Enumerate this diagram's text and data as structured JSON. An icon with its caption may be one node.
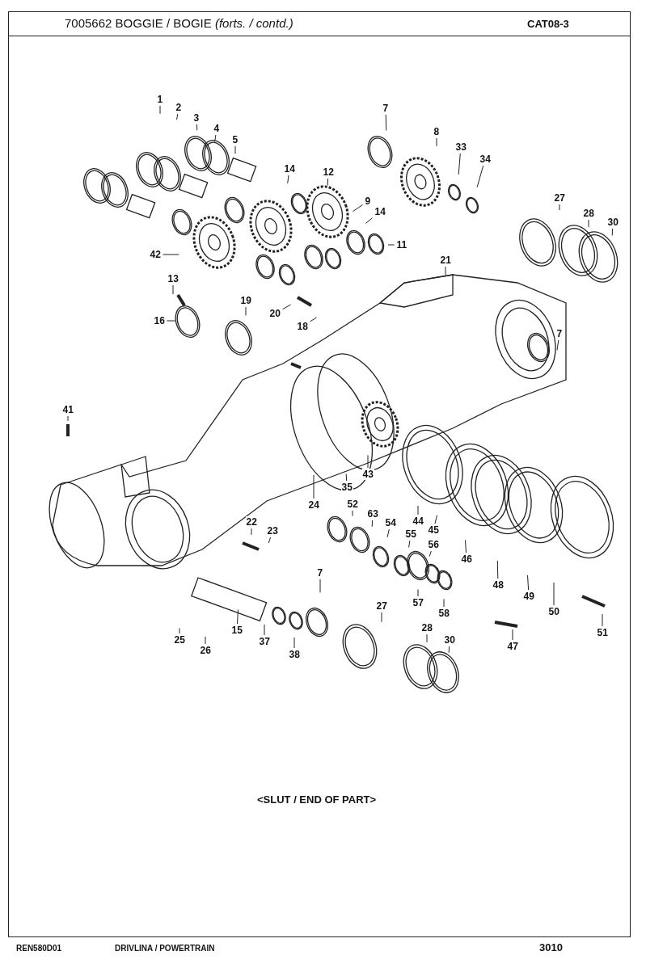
{
  "diagram": {
    "title": "7005662 BOGGIE / BOGIE *(forts. / contd.)*",
    "nodes": [
      {
        "text": [
          "1"
        ]
      },
      {
        "text": [
          "2"
        ]
      },
      {
        "text": [
          "3"
        ]
      },
      {
        "text": [
          "4"
        ]
      },
      {
        "text": [
          "5"
        ]
      },
      {
        "text": [
          "7"
        ]
      },
      {
        "text": [
          "8"
        ]
      },
      {
        "text": [
          "33"
        ]
      },
      {
        "text": [
          "34"
        ]
      },
      {
        "text": [
          "14"
        ]
      },
      {
        "text": [
          "12"
        ]
      },
      {
        "text": [
          "9"
        ]
      },
      {
        "text": [
          "14"
        ]
      },
      {
        "text": [
          "11"
        ]
      },
      {
        "text": [
          "42"
        ]
      },
      {
        "text": [
          "27"
        ]
      },
      {
        "text": [
          "28"
        ]
      },
      {
        "text": [
          "30"
        ]
      },
      {
        "text": [
          "21"
        ]
      },
      {
        "text": [
          "13"
        ]
      },
      {
        "text": [
          "19"
        ]
      },
      {
        "text": [
          "16"
        ]
      },
      {
        "text": [
          "20"
        ]
      },
      {
        "text": [
          "18"
        ]
      },
      {
        "text": [
          "7"
        ]
      },
      {
        "text": [
          "41"
        ]
      },
      {
        "text": [
          "24"
        ]
      },
      {
        "text": [
          "35"
        ]
      },
      {
        "text": [
          "43"
        ]
      },
      {
        "text": [
          "44"
        ]
      },
      {
        "text": [
          "45"
        ]
      },
      {
        "text": [
          "52"
        ]
      },
      {
        "text": [
          "63"
        ]
      },
      {
        "text": [
          "54"
        ]
      },
      {
        "text": [
          "55"
        ]
      },
      {
        "text": [
          "56"
        ]
      },
      {
        "text": [
          "46"
        ]
      },
      {
        "text": [
          "48"
        ]
      },
      {
        "text": [
          "49"
        ]
      },
      {
        "text": [
          "50"
        ]
      },
      {
        "text": [
          "51"
        ]
      },
      {
        "text": [
          "47"
        ]
      },
      {
        "text": [
          "57"
        ]
      },
      {
        "text": [
          "58"
        ]
      },
      {
        "text": [
          "22"
        ]
      },
      {
        "text": [
          "23"
        ]
      },
      {
        "text": [
          "7"
        ]
      },
      {
        "text": [
          "15"
        ]
      },
      {
        "text": [
          "37"
        ]
      },
      {
        "text": [
          "38"
        ]
      },
      {
        "text": [
          "25"
        ]
      },
      {
        "text": [
          "26"
        ]
      },
      {
        "text": [
          "27"
        ]
      },
      {
        "text": [
          "28"
        ]
      },
      {
        "text": [
          "30"
        ]
      }
    ],
    "edges": [
      {
        "from": 0,
        "to": null,
        "arrow": "none"
      },
      {
        "from": 1,
        "to": null,
        "arrow": "none"
      },
      {
        "from": 2,
        "to": null,
        "arrow": "none"
      },
      {
        "from": 3,
        "to": null,
        "arrow": "none"
      },
      {
        "from": 4,
        "to": null,
        "arrow": "none"
      },
      {
        "from": 5,
        "to": null,
        "arrow": "none"
      },
      {
        "from": 6,
        "to": null,
        "arrow": "none"
      },
      {
        "from": 7,
        "to": null,
        "arrow": "none"
      },
      {
        "from": 8,
        "to": null,
        "arrow": "none"
      },
      {
        "from": 9,
        "to": null,
        "arrow": "none"
      },
      {
        "from": 10,
        "to": null,
        "arrow": "none"
      },
      {
        "from": 11,
        "to": null,
        "arrow": "none"
      },
      {
        "from": 12,
        "to": null,
        "arrow": "none"
      },
      {
        "from": 13,
        "to": null,
        "arrow": "none"
      },
      {
        "from": 14,
        "to": null,
        "arrow": "none"
      },
      {
        "from": 15,
        "to": null,
        "arrow": "none"
      },
      {
        "from": 16,
        "to": null,
        "arrow": "none"
      },
      {
        "from": 17,
        "to": null,
        "arrow": "none"
      },
      {
        "from": 18,
        "to": null,
        "arrow": "none"
      },
      {
        "from": 19,
        "to": null,
        "arrow": "none"
      },
      {
        "from": 20,
        "to": null,
        "arrow": "none"
      },
      {
        "from": 21,
        "to": null,
        "arrow": "none"
      },
      {
        "from": 22,
        "to": null,
        "arrow": "none"
      },
      {
        "from": 23,
        "to": null,
        "arrow": "none"
      },
      {
        "from": 24,
        "to": null,
        "arrow": "none"
      },
      {
        "from": 25,
        "to": null,
        "arrow": "none"
      },
      {
        "from": 26,
        "to": null,
        "arrow": "none"
      },
      {
        "from": 27,
        "to": null,
        "arrow": "none"
      },
      {
        "from": 28,
        "to": null,
        "arrow": "none"
      },
      {
        "from": 29,
        "to": null,
        "arrow": "none"
      },
      {
        "from": 30,
        "to": null,
        "arrow": "none"
      },
      {
        "from": 31,
        "to": null,
        "arrow": "none"
      },
      {
        "from": 32,
        "to": null,
        "arrow": "none"
      },
      {
        "from": 33,
        "to": null,
        "arrow": "none"
      },
      {
        "from": 34,
        "to": null,
        "arrow": "none"
      },
      {
        "from": 35,
        "to": null,
        "arrow": "none"
      },
      {
        "from": 36,
        "to": null,
        "arrow": "none"
      },
      {
        "from": 37,
        "to": null,
        "arrow": "none"
      },
      {
        "from": 38,
        "to": null,
        "arrow": "none"
      },
      {
        "from": 39,
        "to": null,
        "arrow": "none"
      },
      {
        "from": 40,
        "to": null,
        "arrow": "none"
      },
      {
        "from": 41,
        "to": null,
        "arrow": "none"
      },
      {
        "from": 42,
        "to": null,
        "arrow": "none"
      },
      {
        "from": 43,
        "to": null,
        "arrow": "none"
      },
      {
        "from": 44,
        "to": null,
        "arrow": "none"
      },
      {
        "from": 45,
        "to": null,
        "arrow": "none"
      },
      {
        "from": 46,
        "to": null,
        "arrow": "none"
      },
      {
        "from": 47,
        "to": null,
        "arrow": "none"
      },
      {
        "from": 48,
        "to": null,
        "arrow": "none"
      },
      {
        "from": 49,
        "to": null,
        "arrow": "none"
      },
      {
        "from": 50,
        "to": null,
        "arrow": "none"
      },
      {
        "from": 51,
        "to": null,
        "arrow": "none"
      },
      {
        "from": 52,
        "to": null,
        "arrow": "none"
      },
      {
        "from": 53,
        "to": null,
        "arrow": "none"
      },
      {
        "from": 54,
        "to": null,
        "arrow": "none"
      }
    ],
    "labels": [
      "CAT08-3",
      "<SLUT / END OF PART>",
      "REN580D01",
      "DRIVLINA / POWERTRAIN",
      "3010"
    ]
  }
}
